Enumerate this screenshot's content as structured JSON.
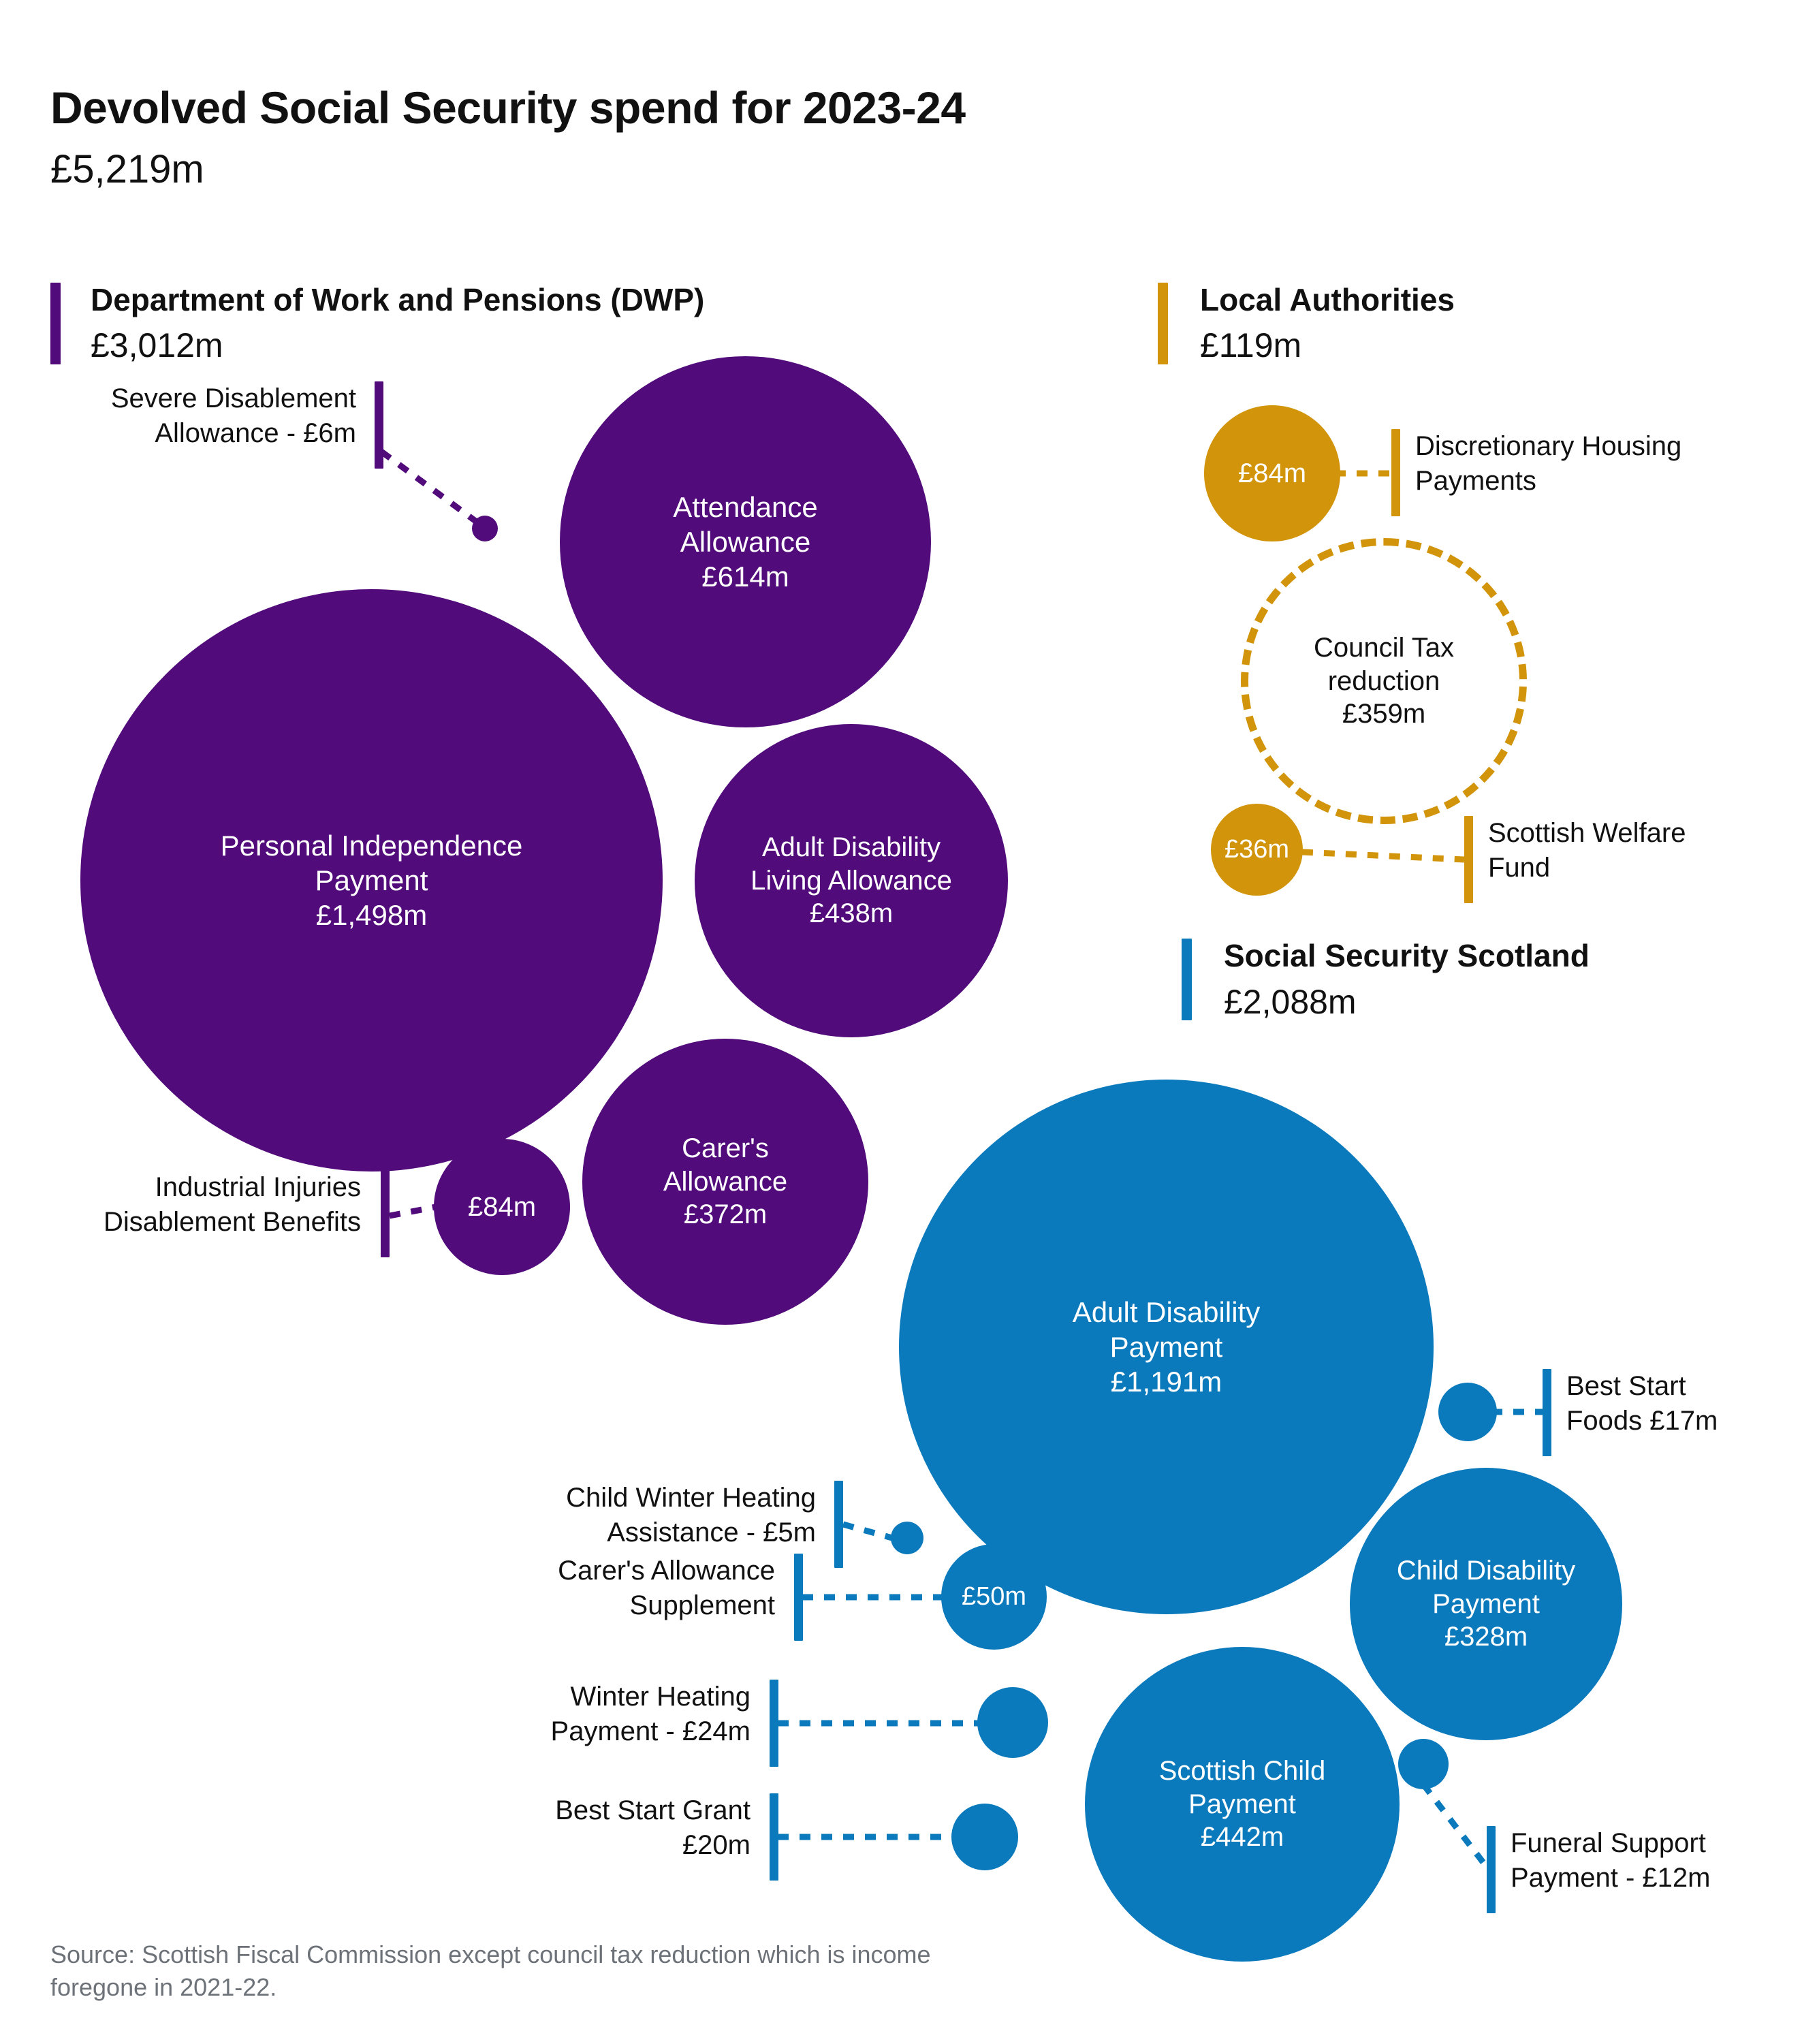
{
  "header": {
    "title": "Devolved Social Security spend for 2023-24",
    "total": "£5,219m"
  },
  "colors": {
    "dwp": "#510B7A",
    "local_authorities": "#D1940A",
    "social_security_scotland": "#0B7ABC",
    "text": "#111111",
    "source_text": "#6d7278",
    "background": "#ffffff"
  },
  "sections": {
    "dwp": {
      "name": "Department of Work and Pensions (DWP)",
      "total": "£3,012m"
    },
    "local_authorities": {
      "name": "Local Authorities",
      "total": "£119m"
    },
    "social_security_scotland": {
      "name": "Social Security Scotland",
      "total": "£2,088m"
    }
  },
  "bubbles": {
    "attendance_allowance": {
      "line1": "Attendance",
      "line2": "Allowance",
      "value": "£614m"
    },
    "personal_independence_payment": {
      "line1": "Personal Independence",
      "line2": "Payment",
      "value": "£1,498m"
    },
    "adult_disability_living_allowance": {
      "line1": "Adult Disability",
      "line2": "Living Allowance",
      "value": "£438m"
    },
    "carers_allowance": {
      "line1": "Carer's",
      "line2": "Allowance",
      "value": "£372m"
    },
    "industrial_injuries_value": "£84m",
    "dhp_value": "£84m",
    "swf_value": "£36m",
    "council_tax_reduction": {
      "line1": "Council Tax",
      "line2": "reduction",
      "value": "£359m"
    },
    "adult_disability_payment": {
      "line1": "Adult Disability",
      "line2": "Payment",
      "value": "£1,191m"
    },
    "child_disability_payment": {
      "line1": "Child Disability",
      "line2": "Payment",
      "value": "£328m"
    },
    "scottish_child_payment": {
      "line1": "Scottish Child",
      "line2": "Payment",
      "value": "£442m"
    },
    "carers_allowance_supplement_value": "£50m"
  },
  "callouts": {
    "severe_disablement_allowance": "Severe Disablement\nAllowance - £6m",
    "industrial_injuries": "Industrial Injuries\nDisablement Benefits",
    "discretionary_housing_payments": "Discretionary Housing\nPayments",
    "scottish_welfare_fund": "Scottish Welfare\nFund",
    "best_start_foods": "Best Start\nFoods £17m",
    "child_winter_heating_assistance": "Child Winter Heating\nAssistance - £5m",
    "carers_allowance_supplement": "Carer's Allowance\nSupplement",
    "winter_heating_payment": "Winter Heating\nPayment - £24m",
    "best_start_grant": "Best Start Grant\n£20m",
    "funeral_support_payment": "Funeral Support\nPayment - £12m"
  },
  "source": "Source: Scottish Fiscal Commission except council tax reduction which is income foregone in 2021-22.",
  "chart_data": {
    "type": "bubble",
    "title": "Devolved Social Security spend for 2023-24",
    "total": 5219,
    "unit": "£m",
    "note": "Source: Scottish Fiscal Commission except council tax reduction which is income foregone in 2021-22.",
    "groups": [
      {
        "name": "Department of Work and Pensions (DWP)",
        "total": 3012,
        "color": "#510B7A",
        "items": [
          {
            "label": "Personal Independence Payment",
            "value": 1498
          },
          {
            "label": "Attendance Allowance",
            "value": 614
          },
          {
            "label": "Adult Disability Living Allowance",
            "value": 438
          },
          {
            "label": "Carer's Allowance",
            "value": 372
          },
          {
            "label": "Industrial Injuries Disablement Benefits",
            "value": 84
          },
          {
            "label": "Severe Disablement Allowance",
            "value": 6
          }
        ]
      },
      {
        "name": "Local Authorities",
        "total": 119,
        "color": "#D1940A",
        "items": [
          {
            "label": "Discretionary Housing Payments",
            "value": 84
          },
          {
            "label": "Scottish Welfare Fund",
            "value": 36
          },
          {
            "label": "Council Tax reduction",
            "value": 359,
            "excluded_from_total": true,
            "style": "dashed outline"
          }
        ]
      },
      {
        "name": "Social Security Scotland",
        "total": 2088,
        "color": "#0B7ABC",
        "items": [
          {
            "label": "Adult Disability Payment",
            "value": 1191
          },
          {
            "label": "Scottish Child Payment",
            "value": 442
          },
          {
            "label": "Child Disability Payment",
            "value": 328
          },
          {
            "label": "Carer's Allowance Supplement",
            "value": 50
          },
          {
            "label": "Winter Heating Payment",
            "value": 24
          },
          {
            "label": "Best Start Grant",
            "value": 20
          },
          {
            "label": "Best Start Foods",
            "value": 17
          },
          {
            "label": "Funeral Support Payment",
            "value": 12
          },
          {
            "label": "Child Winter Heating Assistance",
            "value": 5
          }
        ]
      }
    ]
  }
}
